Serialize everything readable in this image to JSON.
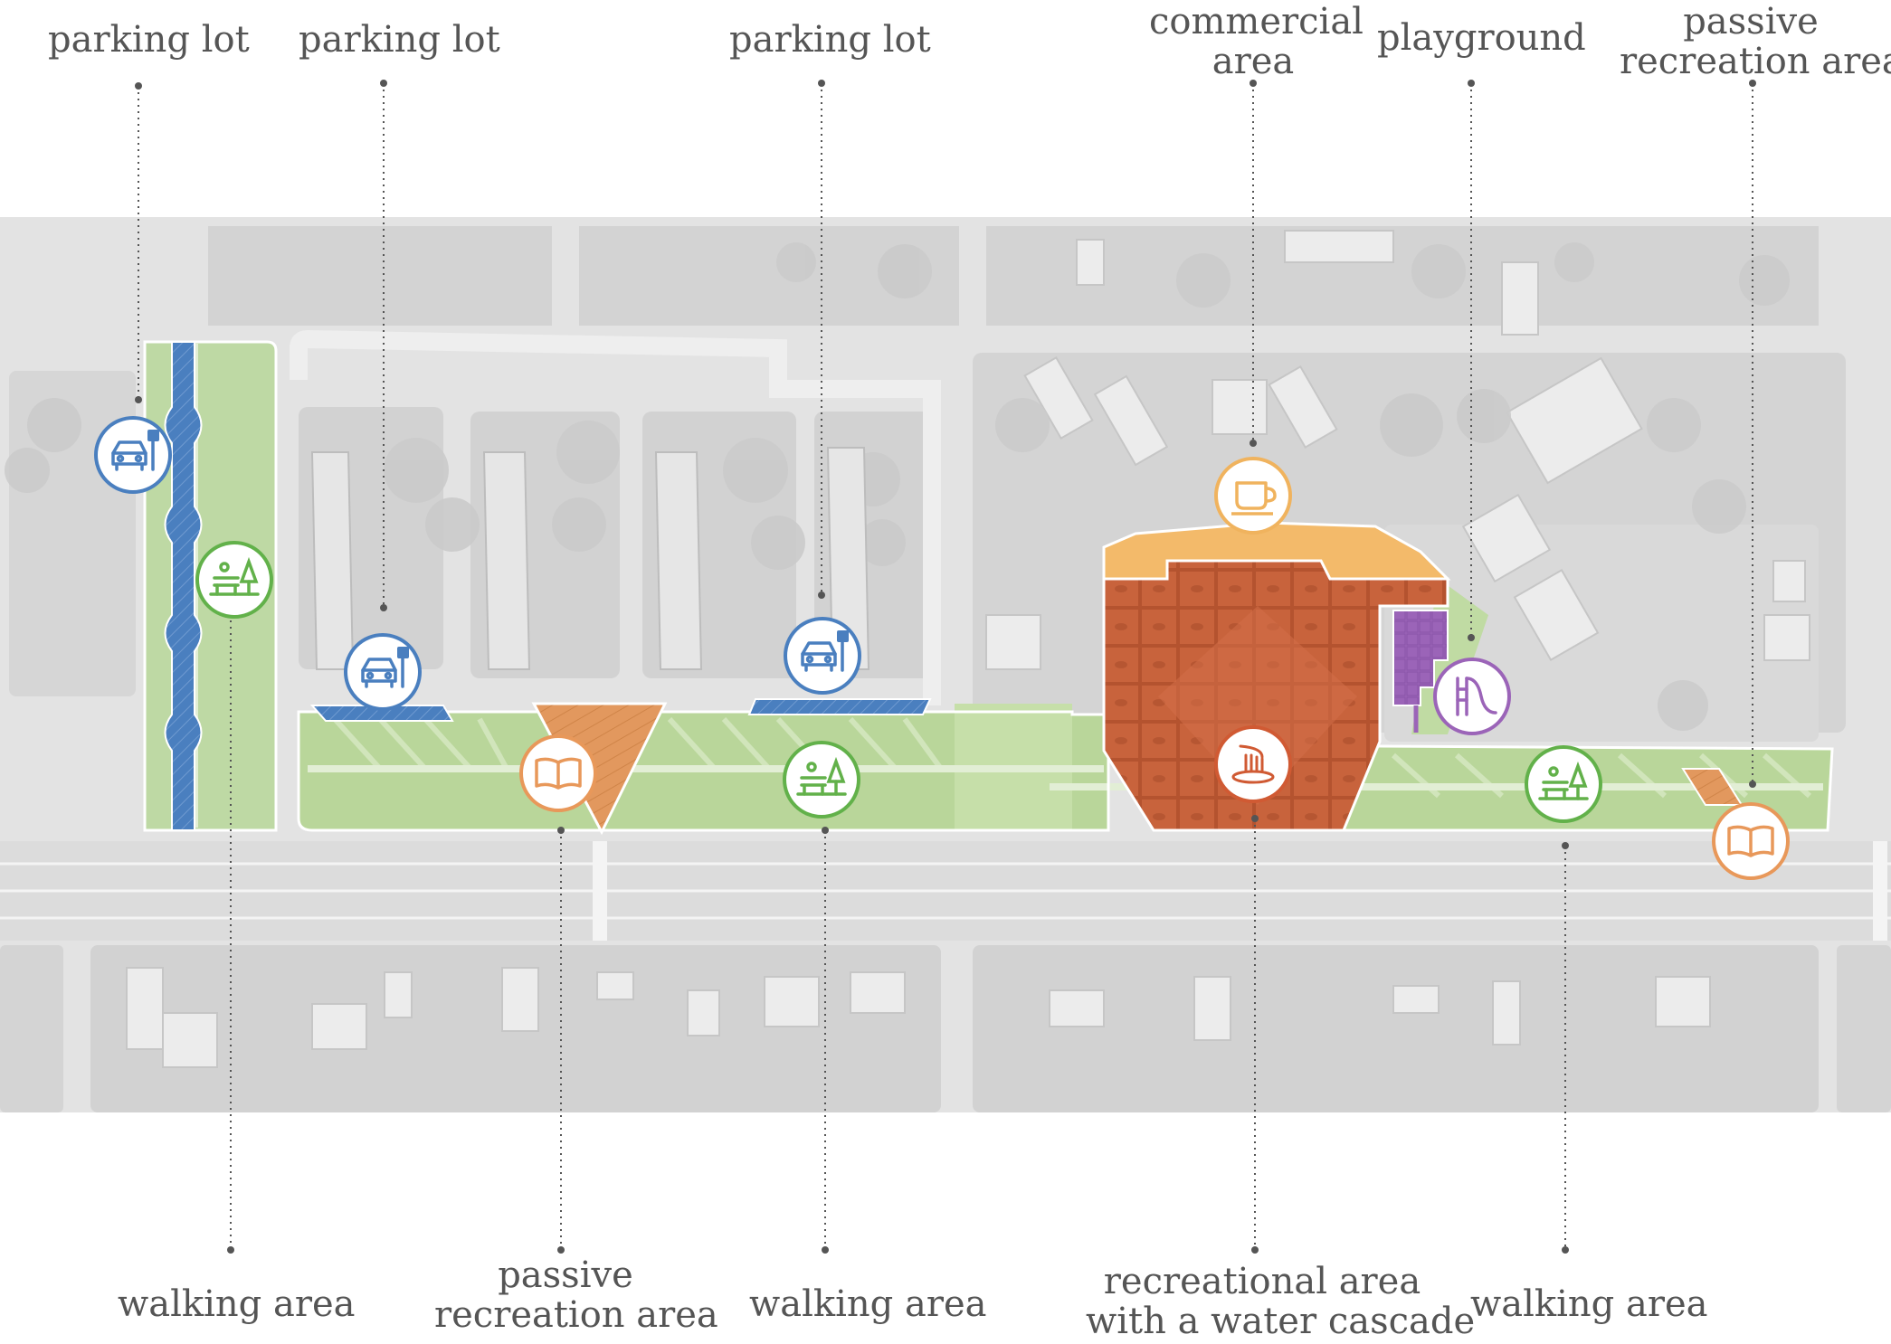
{
  "colors": {
    "parking": "#4a7fbf",
    "walking": "#62b14a",
    "passive": "#e8985a",
    "commercial": "#f0b35e",
    "recreational": "#d05a33",
    "playground": "#9b64b8",
    "green_zone": "#b9d69a",
    "text": "#555555"
  },
  "labels": {
    "top": [
      {
        "id": "parking-lot-1",
        "lines": [
          "parking lot"
        ],
        "icon": "car-parking-icon"
      },
      {
        "id": "parking-lot-2",
        "lines": [
          "parking lot"
        ],
        "icon": "car-parking-icon"
      },
      {
        "id": "parking-lot-3",
        "lines": [
          "parking lot"
        ],
        "icon": "car-parking-icon"
      },
      {
        "id": "commercial-area",
        "lines": [
          "commercial",
          "area"
        ],
        "icon": "coffee-cup-icon"
      },
      {
        "id": "playground",
        "lines": [
          "playground"
        ],
        "icon": "slide-icon"
      },
      {
        "id": "passive-recreation-area-top",
        "lines": [
          "passive",
          "recreation area"
        ],
        "icon": "book-icon"
      }
    ],
    "bottom": [
      {
        "id": "walking-area-1",
        "lines": [
          "walking area"
        ],
        "icon": "bench-tree-icon"
      },
      {
        "id": "passive-recreation-area-bottom",
        "lines": [
          "passive",
          "recreation area"
        ],
        "icon": "book-icon"
      },
      {
        "id": "walking-area-2",
        "lines": [
          "walking area"
        ],
        "icon": "bench-tree-icon"
      },
      {
        "id": "recreational-area",
        "lines": [
          "recreational area",
          "with a water cascade"
        ],
        "icon": "water-cascade-icon"
      },
      {
        "id": "walking-area-3",
        "lines": [
          "walking area"
        ],
        "icon": "bench-tree-icon"
      }
    ]
  }
}
